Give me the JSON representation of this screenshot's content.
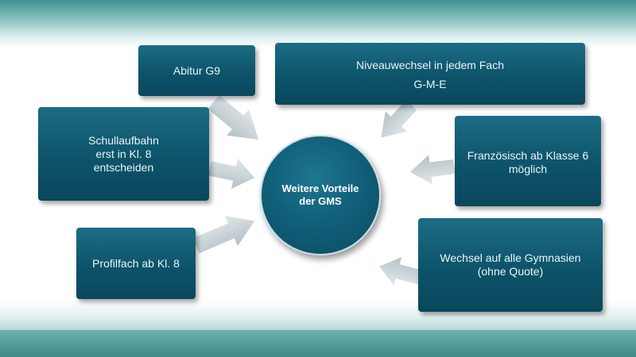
{
  "center": {
    "line1": "Weitere Vorteile",
    "line2": "der GMS"
  },
  "boxes": {
    "abitur": {
      "line1": "Abitur G9"
    },
    "niveau": {
      "line1": "Niveauwechsel in jedem Fach",
      "line2": "G-M-E"
    },
    "schullaufbahn": {
      "line1": "Schullaufbahn",
      "line2": "erst in Kl. 8",
      "line3": "entscheiden"
    },
    "franzoesisch": {
      "line1": "Französisch ab Klasse 6",
      "line2": "möglich"
    },
    "profilfach": {
      "line1": "Profilfach ab Kl. 8"
    },
    "wechsel": {
      "line1": "Wechsel auf alle Gymnasien",
      "line2": "(ohne Quote)"
    }
  },
  "colors": {
    "box": "#0d536a",
    "arrow": "#c5cfd3",
    "band": "#3e9291"
  }
}
